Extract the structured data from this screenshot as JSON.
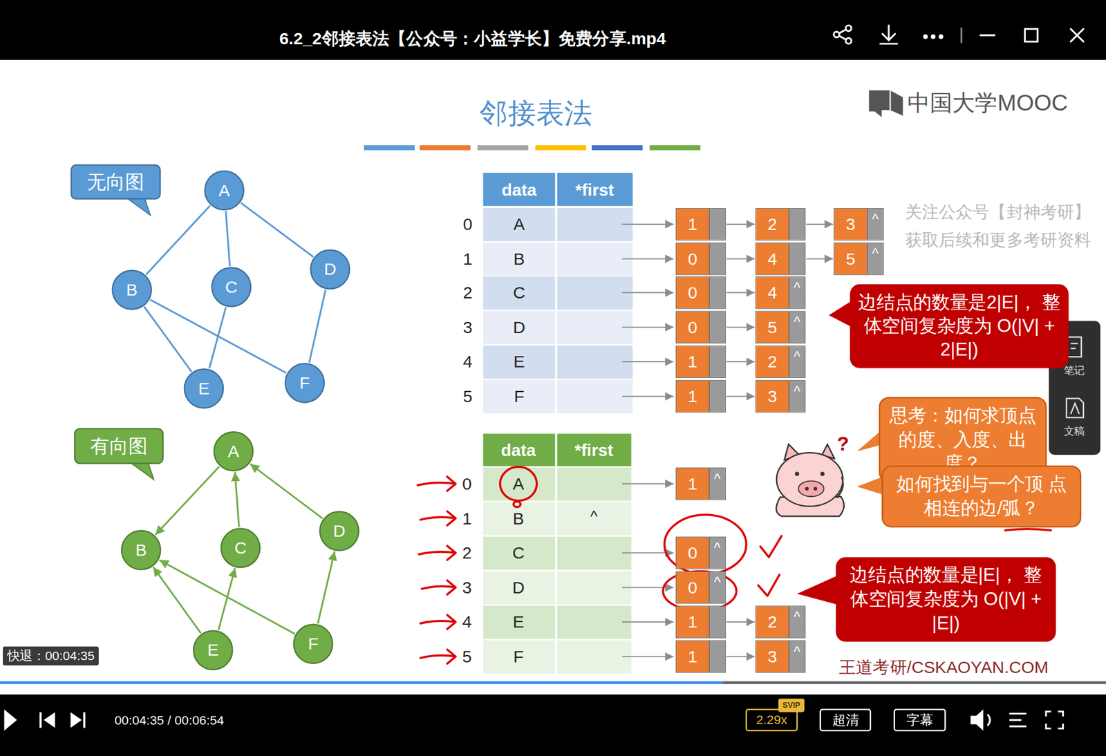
{
  "diagram": {
    "title": "邻接表法",
    "nodes": [
      {
        "text": [
          "无向图"
        ]
      },
      {
        "text": [
          "A"
        ]
      },
      {
        "text": [
          "B"
        ]
      },
      {
        "text": [
          "C"
        ]
      },
      {
        "text": [
          "D"
        ]
      },
      {
        "text": [
          "E"
        ]
      },
      {
        "text": [
          "F"
        ]
      },
      {
        "text": [
          "有向图"
        ]
      },
      {
        "text": [
          "A"
        ]
      },
      {
        "text": [
          "B"
        ]
      },
      {
        "text": [
          "C"
        ]
      },
      {
        "text": [
          "D"
        ]
      },
      {
        "text": [
          "E"
        ]
      },
      {
        "text": [
          "F"
        ]
      },
      {
        "text": [
          "1"
        ]
      },
      {
        "text": [
          "2"
        ]
      },
      {
        "text": [
          "3",
          "^"
        ]
      },
      {
        "text": [
          "0"
        ]
      },
      {
        "text": [
          "4"
        ]
      },
      {
        "text": [
          "5",
          "^"
        ]
      },
      {
        "text": [
          "0"
        ]
      },
      {
        "text": [
          "4",
          "^"
        ]
      },
      {
        "text": [
          "0"
        ]
      },
      {
        "text": [
          "5",
          "^"
        ]
      },
      {
        "text": [
          "1"
        ]
      },
      {
        "text": [
          "2",
          "^"
        ]
      },
      {
        "text": [
          "1"
        ]
      },
      {
        "text": [
          "3",
          "^"
        ]
      },
      {
        "text": [
          "边结点的数量是2|E|， 整体空间复杂度为 O(|V| + 2|E|)"
        ]
      },
      {
        "text": [
          "思考：如何求顶点 的度、入度、出度？"
        ]
      },
      {
        "text": [
          "如何找到与一个顶 点相连的边/弧？"
        ]
      },
      {
        "text": [
          "1",
          "^"
        ]
      },
      {
        "text": [
          "0",
          "^"
        ]
      },
      {
        "text": [
          "0",
          "^"
        ]
      },
      {
        "text": [
          "1"
        ]
      },
      {
        "text": [
          "2",
          "^"
        ]
      },
      {
        "text": [
          "1"
        ]
      },
      {
        "text": [
          "3",
          "^"
        ]
      },
      {
        "text": [
          "边结点的数量是|E|， 整体空间复杂度为 O(|V| + |E|)"
        ]
      }
    ],
    "edges": [
      {
        "from": 1,
        "to": 2,
        "arrow": "none"
      },
      {
        "from": 1,
        "to": 3,
        "arrow": "none"
      },
      {
        "from": 1,
        "to": 4,
        "arrow": "none"
      },
      {
        "from": 2,
        "to": 5,
        "arrow": "none"
      },
      {
        "from": 2,
        "to": 6,
        "arrow": "none"
      },
      {
        "from": 3,
        "to": 5,
        "arrow": "none"
      },
      {
        "from": 4,
        "to": 6,
        "arrow": "none"
      },
      {
        "from": 8,
        "to": 9,
        "arrow": "to"
      },
      {
        "from": 10,
        "to": 8,
        "arrow": "to"
      },
      {
        "from": 11,
        "to": 8,
        "arrow": "to"
      },
      {
        "from": 12,
        "to": 9,
        "arrow": "to"
      },
      {
        "from": 12,
        "to": 10,
        "arrow": "to"
      },
      {
        "from": 13,
        "to": 9,
        "arrow": "to"
      },
      {
        "from": 13,
        "to": 11,
        "arrow": "to"
      },
      {
        "from": 14,
        "to": 15,
        "arrow": "to"
      },
      {
        "from": 15,
        "to": 16,
        "arrow": "to"
      },
      {
        "from": 17,
        "to": 18,
        "arrow": "to"
      },
      {
        "from": 18,
        "to": 19,
        "arrow": "to"
      },
      {
        "from": 20,
        "to": 21,
        "arrow": "to"
      },
      {
        "from": 22,
        "to": 23,
        "arrow": "to"
      },
      {
        "from": 24,
        "to": 25,
        "arrow": "to"
      },
      {
        "from": 26,
        "to": 27,
        "arrow": "to"
      },
      {
        "from": 34,
        "to": 35,
        "arrow": "to"
      },
      {
        "from": 36,
        "to": 37,
        "arrow": "to"
      }
    ],
    "labels": [
      "6.2_2邻接表法【公众号：小益学长】免费分享.mp4",
      "中国大学MOOC",
      "data",
      "*first",
      "0",
      "1",
      "2",
      "3",
      "4",
      "5",
      "A",
      "B",
      "C",
      "D",
      "E",
      "F",
      "data",
      "*first",
      "0",
      "1",
      "2",
      "3",
      "4",
      "5",
      "A",
      "B",
      "C",
      "D",
      "E",
      "F",
      "^",
      "笔记",
      "文稿",
      "关注公众号【封神考研】",
      "获取后续和更多考研资料",
      "王道考研/CSKAOYAN.COM",
      "快退：00:04:35",
      "00:04:35 / 00:06:54",
      "2.29x",
      "SVIP",
      "超清",
      "字幕",
      "?"
    ]
  }
}
